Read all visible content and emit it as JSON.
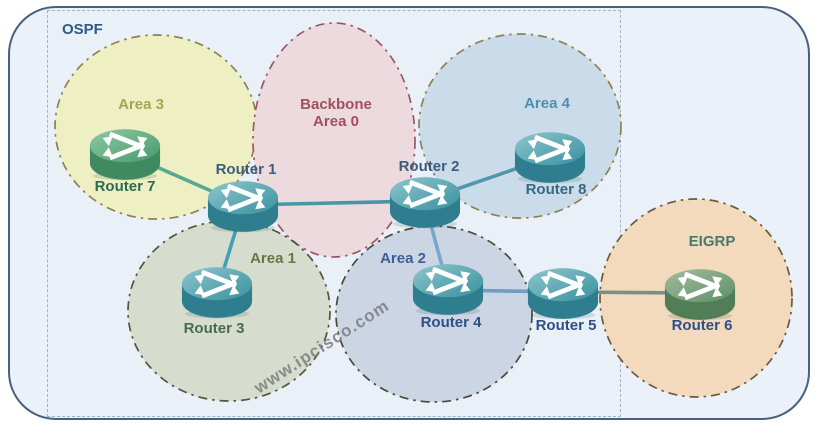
{
  "diagram": {
    "type": "network-topology",
    "description": "OSPF multi-area design with EIGRP neighbor domain"
  },
  "ospf_group": {
    "label": "OSPF",
    "label_color": "#2f5a84"
  },
  "areas": [
    {
      "id": "area3",
      "label": "Area 3",
      "label_color": "#a8a455",
      "fill": "#eef0c3",
      "border": "#8f8050"
    },
    {
      "id": "area0",
      "label": "Backbone Area 0",
      "line1": "Backbone",
      "line2": "Area 0",
      "label_color": "#a34e5c",
      "fill": "#ecdadf",
      "border": "#a05565"
    },
    {
      "id": "area4",
      "label": "Area 4",
      "label_color": "#4f8fae",
      "fill": "#cadce9",
      "border": "#8f8050"
    },
    {
      "id": "area1",
      "label": "Area 1",
      "label_color": "#667844",
      "fill": "#d6ddcf",
      "border": "#55553a"
    },
    {
      "id": "area2",
      "label": "Area 2",
      "label_color": "#3b5f99",
      "fill": "#cbd5e3",
      "border": "#4a4a38"
    },
    {
      "id": "eigrp",
      "label": "EIGRP",
      "label_color": "#49796d",
      "fill": "#f3dabd",
      "border": "#6b5a40"
    }
  ],
  "routers": [
    {
      "id": "router1",
      "label": "Router 1",
      "label_color": "#3c5d7d",
      "variant": "teal"
    },
    {
      "id": "router2",
      "label": "Router 2",
      "label_color": "#3c5d7d",
      "variant": "teal"
    },
    {
      "id": "router3",
      "label": "Router 3",
      "label_color": "#4a6b48",
      "variant": "teal"
    },
    {
      "id": "router4",
      "label": "Router 4",
      "label_color": "#2e4f88",
      "variant": "teal"
    },
    {
      "id": "router5",
      "label": "Router 5",
      "label_color": "#2e4f88",
      "variant": "teal"
    },
    {
      "id": "router6",
      "label": "Router 6",
      "label_color": "#2e4f88",
      "variant": "sage"
    },
    {
      "id": "router7",
      "label": "Router 7",
      "label_color": "#2e6a4e",
      "variant": "green"
    },
    {
      "id": "router8",
      "label": "Router 8",
      "label_color": "#3c6780",
      "variant": "teal"
    }
  ],
  "links": [
    {
      "from": "Router 7",
      "to": "Router 1",
      "color": "#5aa893"
    },
    {
      "from": "Router 1",
      "to": "Router 2",
      "color": "#4a96a6"
    },
    {
      "from": "Router 1",
      "to": "Router 3",
      "color": "#43a0b2"
    },
    {
      "from": "Router 2",
      "to": "Router 8",
      "color": "#4e97ad"
    },
    {
      "from": "Router 2",
      "to": "Router 4",
      "color": "#78a7cb"
    },
    {
      "from": "Router 4",
      "to": "Router 5",
      "color": "#6d9ec3"
    },
    {
      "from": "Router 5",
      "to": "Router 6",
      "color": "#7d8f85"
    }
  ],
  "watermark": {
    "text": "www.ipcisco.com",
    "color": "#7d7d7d"
  }
}
